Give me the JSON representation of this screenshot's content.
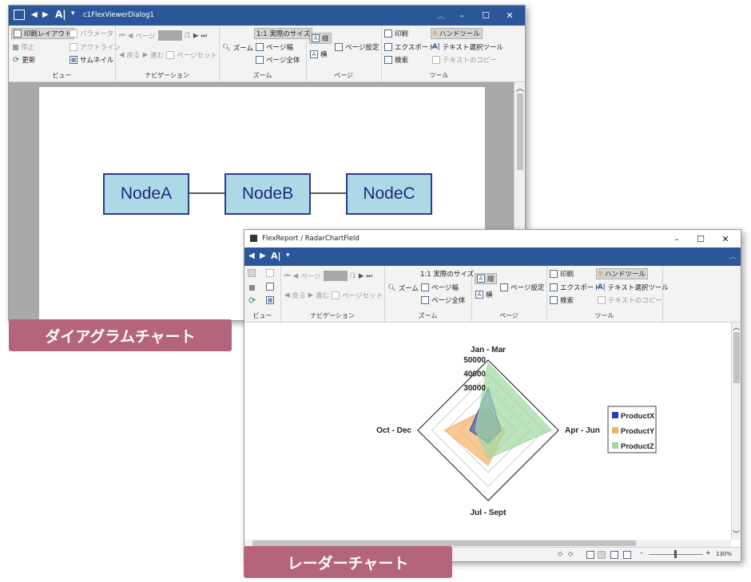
{
  "window1": {
    "title": "c1FlexViewerDialog1",
    "qat": {
      "text_tool": "A|",
      "dropdown": "▾"
    },
    "view": {
      "label": "ビュー",
      "print_layout": "印刷レイアウト",
      "stop": "停止",
      "refresh": "更新",
      "parameters": "パラメータ",
      "outline": "アウトライン",
      "thumbnail": "サムネイル"
    },
    "nav": {
      "label": "ナビゲーション",
      "page_prefix": "ページ",
      "page_total": "/1",
      "back": "戻る",
      "forward": "進む",
      "page_set": "ページセット"
    },
    "zoom": {
      "label": "ズーム",
      "zoom": "ズーム",
      "actual_size": "1:1 実際のサイズ",
      "page_width": "ページ幅",
      "whole_page": "ページ全体"
    },
    "page": {
      "label": "ページ",
      "portrait": "縦",
      "landscape": "横",
      "page_setup": "ページ設定"
    },
    "tools": {
      "label": "ツール",
      "print": "印刷",
      "export": "エクスポート",
      "search": "検索",
      "hand_tool": "ハンドツール",
      "text_select": "テキスト選択ツール",
      "copy_text": "テキストのコピー"
    },
    "diagram": {
      "nodes": [
        "NodeA",
        "NodeB",
        "NodeC"
      ]
    }
  },
  "window2": {
    "title": "FlexReport / RadarChartField",
    "qat": {
      "text_tool": "A|",
      "dropdown": "▾"
    },
    "view": {
      "label": "ビュー"
    },
    "nav": {
      "label": "ナビゲーション",
      "page_prefix": "ページ",
      "page_total": "/1",
      "back": "戻る",
      "forward": "進む",
      "page_set": "ページセット"
    },
    "zoom": {
      "label": "ズーム",
      "zoom": "ズーム",
      "actual_size": "1:1 実際のサイズ",
      "page_width": "ページ幅",
      "whole_page": "ページ全体"
    },
    "page": {
      "label": "ページ",
      "portrait": "縦",
      "landscape": "横",
      "page_setup": "ページ設定"
    },
    "tools": {
      "label": "ツール",
      "print": "印刷",
      "export": "エクスポート",
      "search": "検索",
      "hand_tool": "ハンドツール",
      "text_select": "テキスト選択ツール",
      "copy_text": "テキストのコピー"
    },
    "status": {
      "zoom_level": "130%"
    }
  },
  "chart_data": {
    "type": "radar",
    "categories": [
      "Jan - Mar",
      "Apr - Jun",
      "Jul - Sept",
      "Oct - Dec"
    ],
    "radial_ticks": [
      30000,
      40000,
      50000
    ],
    "rmax": 50000,
    "series": [
      {
        "name": "ProductX",
        "color": "#1f3fc8",
        "values": [
          30000,
          9000,
          9000,
          13000
        ]
      },
      {
        "name": "ProductY",
        "color": "#f4b167",
        "values": [
          16000,
          12000,
          25000,
          31000
        ]
      },
      {
        "name": "ProductZ",
        "color": "#9fd89f",
        "values": [
          48000,
          45000,
          20000,
          9000
        ]
      }
    ],
    "legend_position": "right"
  },
  "captions": {
    "diagram": "ダイアグラムチャート",
    "radar": "レーダーチャート"
  }
}
